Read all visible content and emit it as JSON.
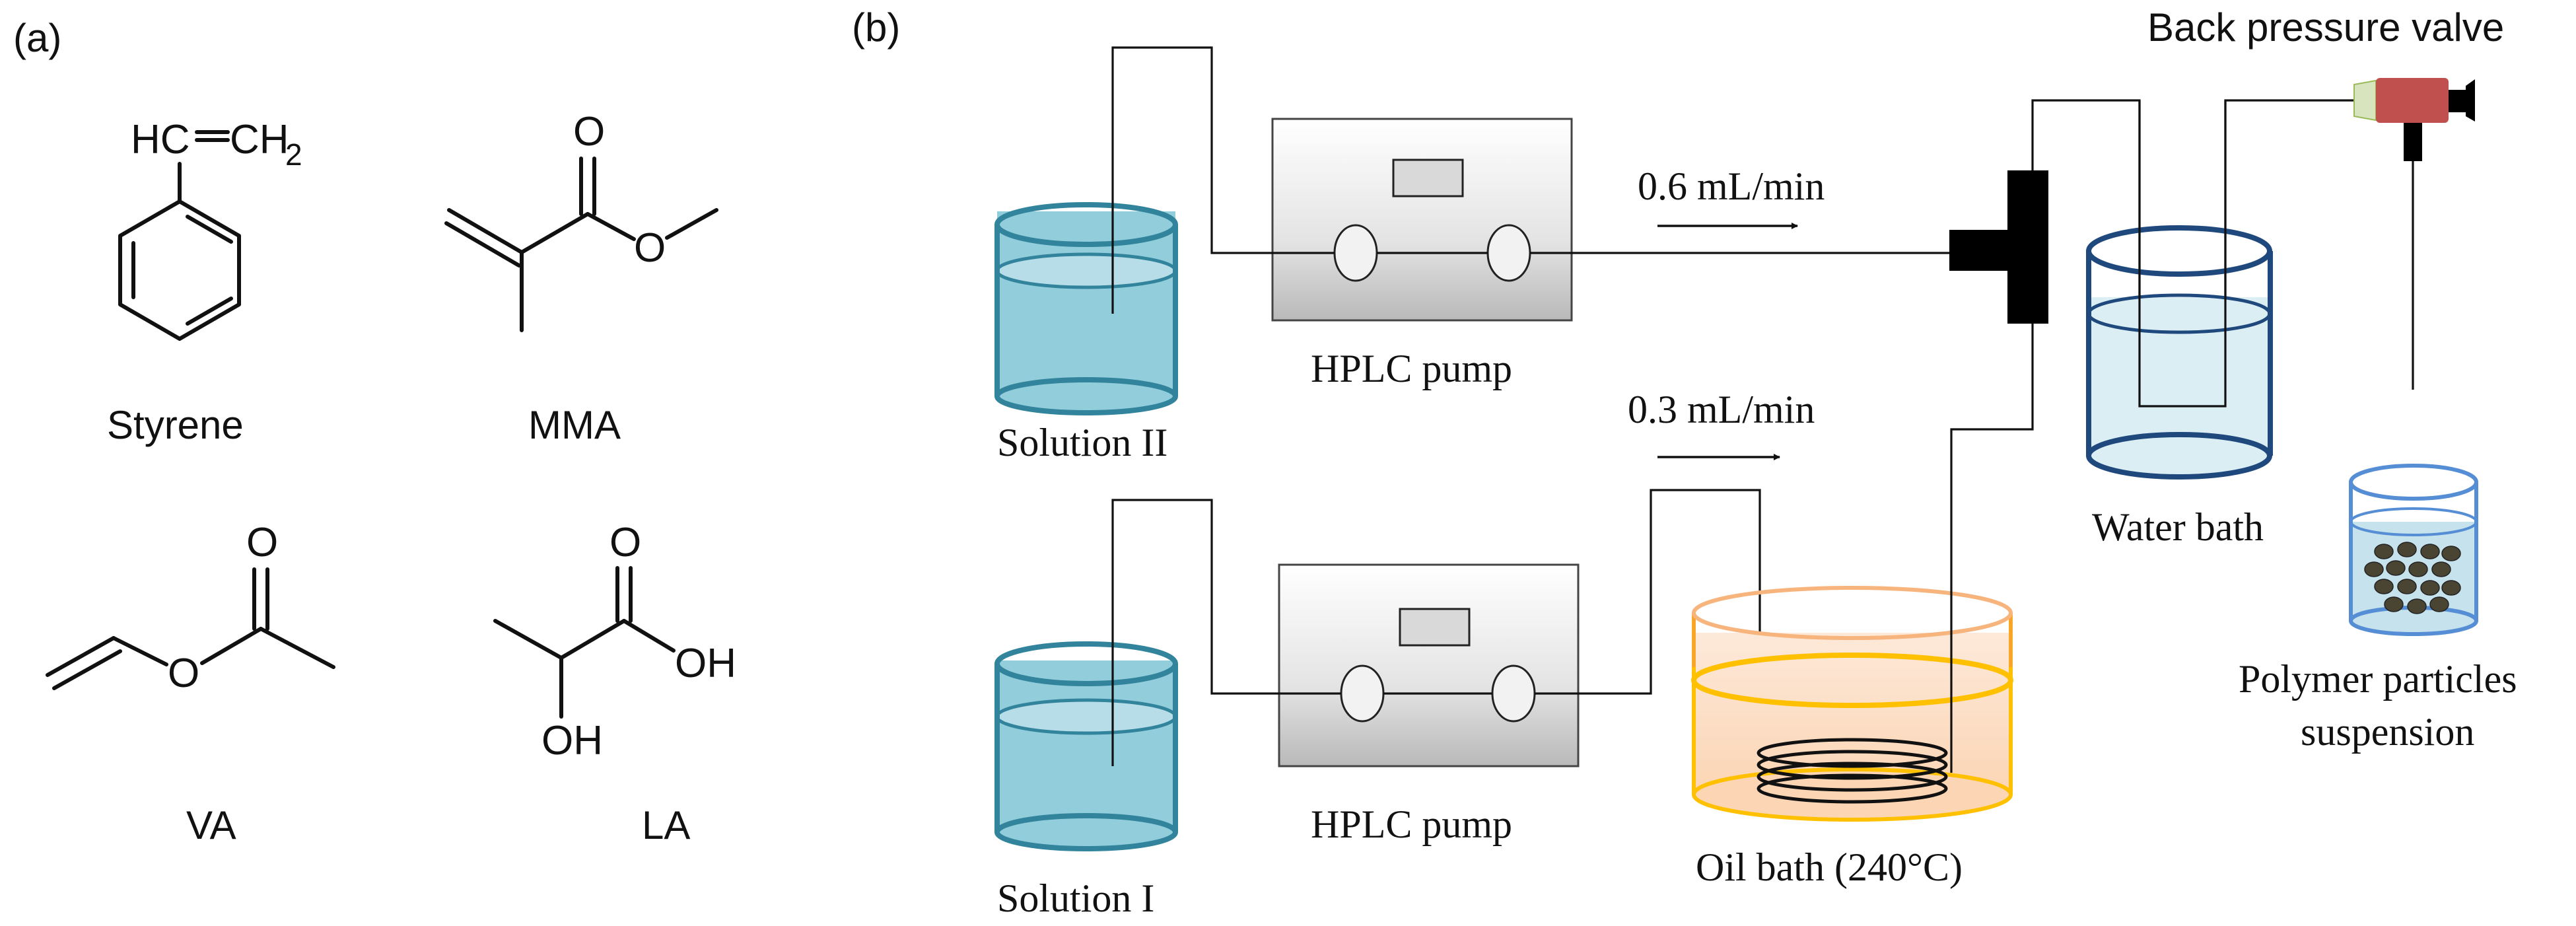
{
  "panels": {
    "a": "(a)",
    "b": "(b)"
  },
  "molecules": [
    {
      "name": "Styrene",
      "atoms": [
        "HC",
        "CH",
        "2"
      ]
    },
    {
      "name": "MMA",
      "atoms": [
        "O",
        "O"
      ]
    },
    {
      "name": "VA",
      "atoms": [
        "O",
        "O"
      ]
    },
    {
      "name": "LA",
      "atoms": [
        "O",
        "OH",
        "OH"
      ]
    }
  ],
  "diagram": {
    "solution_ii": "Solution II",
    "solution_i": "Solution I",
    "pump_top": "HPLC pump",
    "pump_bottom": "HPLC pump",
    "flow_top": "0.6 mL/min",
    "flow_bottom": "0.3 mL/min",
    "oil_bath": "Oil bath (240°C)",
    "water_bath": "Water bath",
    "back_pressure_valve": "Back pressure valve",
    "product_line1": "Polymer particles",
    "product_line2": "suspension"
  },
  "colors": {
    "solution_blue": "#92cddc",
    "beaker_blue": "#31849b",
    "water_bath_outline": "#1f497d",
    "oil_orange": "#f79646",
    "oil_fill": "#fbd5b5",
    "oil_rim": "#ffc000",
    "valve_red": "#c0504d",
    "valve_green": "#d7e4bd"
  }
}
